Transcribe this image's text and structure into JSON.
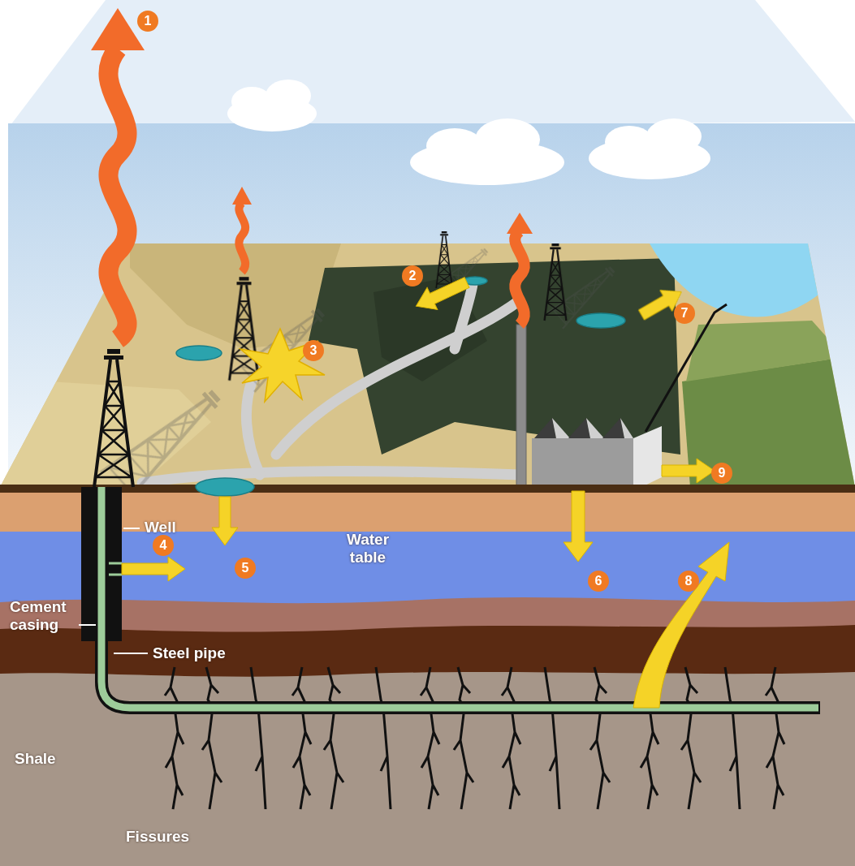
{
  "diagram": {
    "labels": [
      "1",
      "2",
      "7",
      "3",
      "9",
      "Well",
      "4",
      "5",
      "Water table",
      "6",
      "8",
      "Cement casing",
      "Steel pipe",
      "Shale",
      "Fissures"
    ]
  }
}
